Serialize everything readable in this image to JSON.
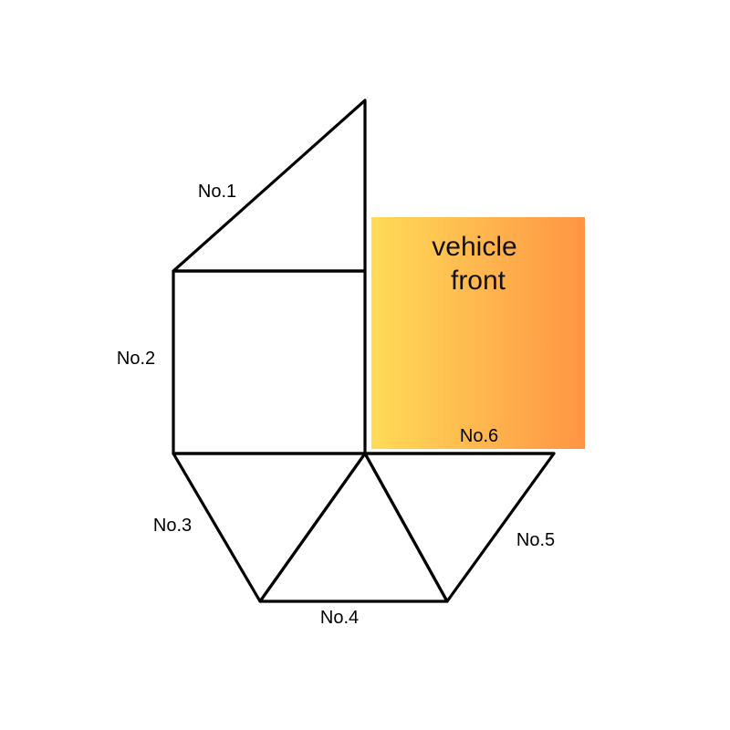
{
  "diagram": {
    "front_box": {
      "line1": "vehicle",
      "line2": "front",
      "gradient_start": "#FFDB58",
      "gradient_end": "#FF9444"
    },
    "pieces": {
      "no1": "No.1",
      "no2": "No.2",
      "no3": "No.3",
      "no4": "No.4",
      "no5": "No.5",
      "no6": "No.6"
    },
    "line_color": "#000000"
  }
}
